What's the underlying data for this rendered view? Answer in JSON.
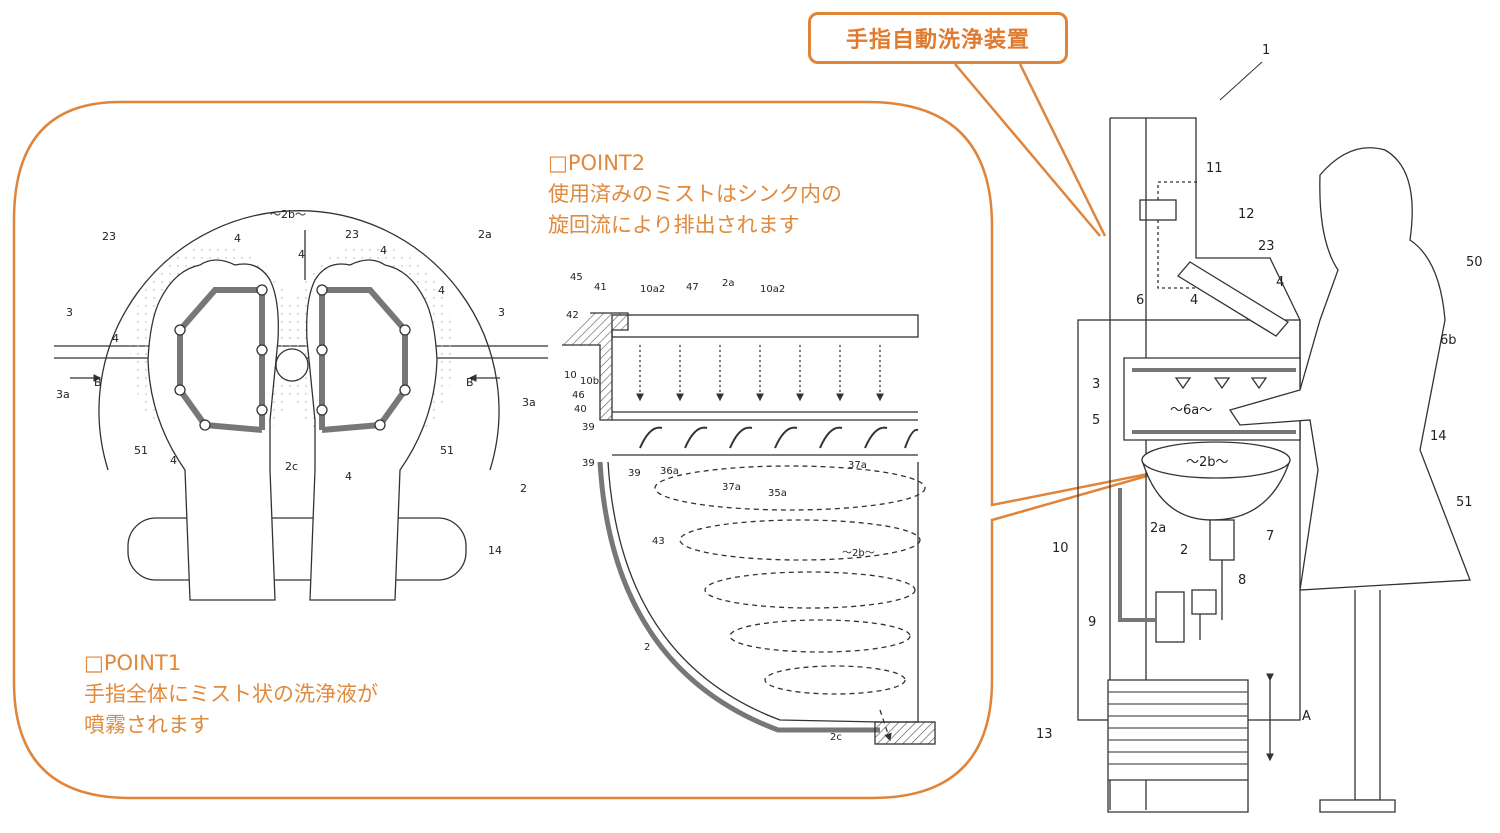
{
  "title": "手指自動洗浄装置",
  "point1": {
    "heading": "□POINT1",
    "lines": [
      "手指全体にミスト状の洗浄液が",
      "噴霧されます"
    ]
  },
  "point2": {
    "heading": "□POINT2",
    "lines": [
      "使用済みのミストはシンク内の",
      "旋回流により排出されます"
    ]
  },
  "colors": {
    "accent": "#e0843a",
    "line": "#333333",
    "dots": "#bbbbbb"
  },
  "labels": {
    "hands": {
      "sink_mark": "～2b～",
      "a23l": "23",
      "a23r": "23",
      "a4tl": "4",
      "a4tc": "4",
      "a4tr": "4",
      "a4ml": "4",
      "a4mr": "4",
      "a4bl": "4",
      "a4bc": "4",
      "a2a": "2a",
      "a3l": "3",
      "a3r": "3",
      "a3al": "3a",
      "a3ar": "3a",
      "bl": "B",
      "br": "B",
      "a51l": "51",
      "a51r": "51",
      "a2c": "2c",
      "a2": "2",
      "a14": "14"
    },
    "section": {
      "a45": "45",
      "a41": "41",
      "a10a2l": "10a2",
      "a47": "47",
      "a2a": "2a",
      "a10a2r": "10a2",
      "a42": "42",
      "a10": "10",
      "a10b": "10b",
      "a46": "46",
      "a40": "40",
      "a39a": "39",
      "a39b": "39",
      "a39c": "39",
      "a36a": "36a",
      "a37a1": "37a",
      "a35a": "35a",
      "a37a2": "37a",
      "a43": "43",
      "a2b": "～2b～",
      "a2": "2",
      "a2c": "2c"
    },
    "device": {
      "a1": "1",
      "a11": "11",
      "a12": "12",
      "a23": "23",
      "a4a": "4",
      "a6": "6",
      "a4b": "4",
      "a50": "50",
      "a6b": "6b",
      "a3": "3",
      "a5": "5",
      "a6a": "～6a～",
      "a14": "14",
      "a2b": "～2b～",
      "a51": "51",
      "a2a": "2a",
      "a2": "2",
      "a7": "7",
      "a10": "10",
      "a8": "8",
      "a9": "9",
      "aA": "A",
      "a13": "13"
    }
  }
}
